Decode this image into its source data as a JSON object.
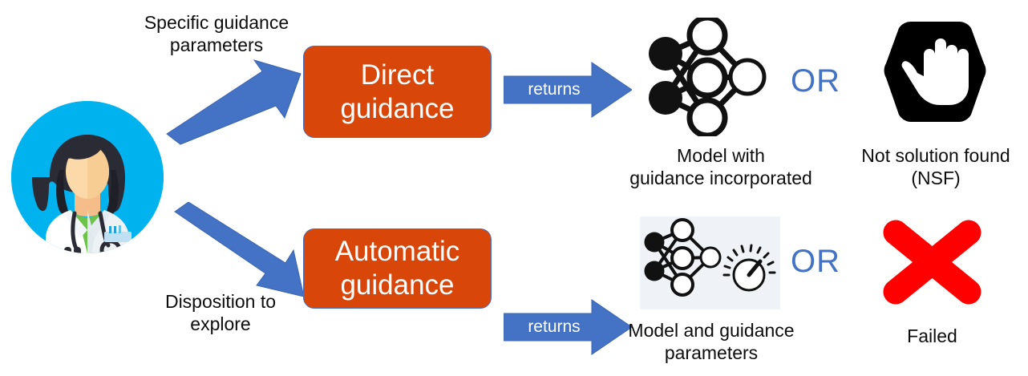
{
  "diagram": {
    "title": "Direct vs Automatic guidance flow",
    "colors": {
      "box_fill": "#d8460a",
      "box_border": "#4a6fbe",
      "arrow_blue": "#4472c4",
      "or_blue": "#4472c4",
      "avatar_bg": "#00b3ef",
      "panel_bg": "#eff2f7",
      "x_red": "#ff0000",
      "hex_black": "#000000",
      "text": "#0d0d0d"
    },
    "actor": {
      "name": "doctor-avatar",
      "alt": "Female doctor illustration"
    },
    "input_labels": {
      "top": "Specific guidance\nparameters",
      "bottom": "Disposition to\nexplore"
    },
    "process_boxes": [
      {
        "label": "Direct\nguidance"
      },
      {
        "label": "Automatic\nguidance"
      }
    ],
    "returns_arrows": [
      {
        "label": "returns"
      },
      {
        "label": "returns"
      }
    ],
    "or_labels": [
      {
        "text": "OR"
      },
      {
        "text": "OR"
      }
    ],
    "outcomes": [
      {
        "icon": "neural-network-icon",
        "caption": "Model with\nguidance incorporated"
      },
      {
        "icon": "stop-hand-hexagon-icon",
        "caption": "Not solution found\n(NSF)"
      },
      {
        "icon": "neural-network-and-gauge-icon",
        "caption": "Model and guidance\nparameters"
      },
      {
        "icon": "red-cross-icon",
        "caption": "Failed"
      }
    ]
  }
}
